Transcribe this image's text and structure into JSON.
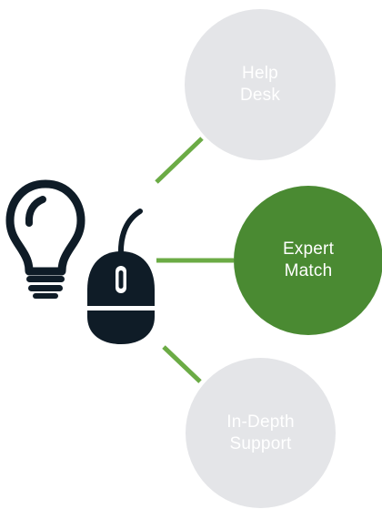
{
  "diagram": {
    "nodes": [
      {
        "id": "help-desk",
        "lines": [
          "Help",
          "Desk"
        ],
        "state": "inactive"
      },
      {
        "id": "expert-match",
        "lines": [
          "Expert",
          "Match"
        ],
        "state": "active"
      },
      {
        "id": "in-depth-support",
        "lines": [
          "In-Depth",
          "Support"
        ],
        "state": "inactive"
      }
    ],
    "connectors": [
      "center-to-help-desk",
      "center-to-expert-match",
      "center-to-in-depth-support"
    ],
    "center_icons": [
      "lightbulb-icon",
      "computer-mouse-icon"
    ]
  },
  "colors": {
    "accent_green": "#4a8a32",
    "connector_green": "#6bab45",
    "inactive_gray": "#e4e5e8",
    "icon_dark": "#0f1c27",
    "label_white": "#ffffff"
  }
}
